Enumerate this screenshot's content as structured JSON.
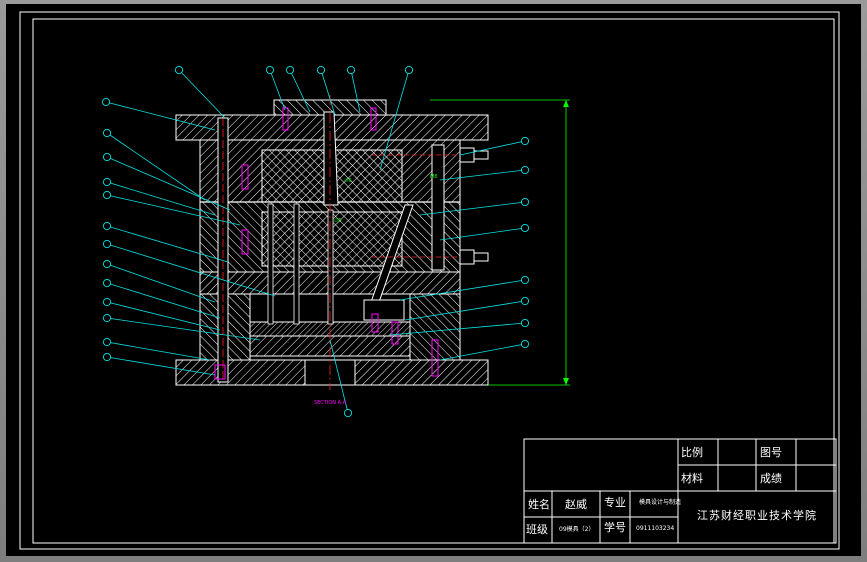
{
  "title_block": {
    "ratio_label": "比例",
    "drawing_no_label": "图号",
    "material_label": "材料",
    "grade_label": "成绩",
    "name_label": "姓名",
    "name_value": "赵威",
    "major_label": "专业",
    "major_value": "模具设计与制造",
    "class_label": "班级",
    "class_value": "09模具（2）",
    "student_no_label": "学号",
    "student_no_value": "0911103234",
    "school": "江苏财经职业技术学院"
  },
  "annotations": {
    "bottom_label": "SECTION A-A"
  },
  "colors": {
    "frame": "#ffffff",
    "hatch": "#ffffff",
    "leader": "#00e5e5",
    "magenta": "#ff00ff",
    "green": "#00ff00",
    "red": "#ff2020",
    "background": "#000000"
  }
}
